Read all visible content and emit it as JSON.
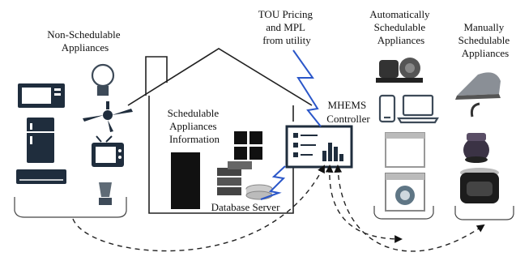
{
  "labels": {
    "non_schedulable": [
      "Non-Schedulable",
      "Appliances"
    ],
    "tou": [
      "TOU Pricing",
      "and MPL",
      "from utility"
    ],
    "auto": [
      "Automatically",
      "Schedulable",
      "Appliances"
    ],
    "manual": [
      "Manually",
      "Schedulable",
      "Appliances"
    ],
    "mhems": [
      "MHEMS",
      "Controller"
    ],
    "sched_info": [
      "Schedulable",
      "Appliances",
      "Information"
    ],
    "db": "Database Server"
  },
  "icons": [
    "microwave-icon",
    "light-bulb-icon",
    "ceiling-fan-icon",
    "refrigerator-icon",
    "television-icon",
    "air-conditioner-icon",
    "blender-icon",
    "house-icon",
    "window-icon",
    "door-icon",
    "database-server-icon",
    "controller-dashboard-icon",
    "lightning-icon",
    "water-pump-icon",
    "smartphone-icon",
    "laptop-icon",
    "dishwasher-icon",
    "washing-machine-icon",
    "iron-icon",
    "vacuum-cleaner-icon",
    "rice-cooker-icon"
  ],
  "colors": {
    "icon_dark": "#1f2d3d",
    "icon_mid": "#5f6b76",
    "lightning": "#2b57c9",
    "line": "#222222"
  }
}
